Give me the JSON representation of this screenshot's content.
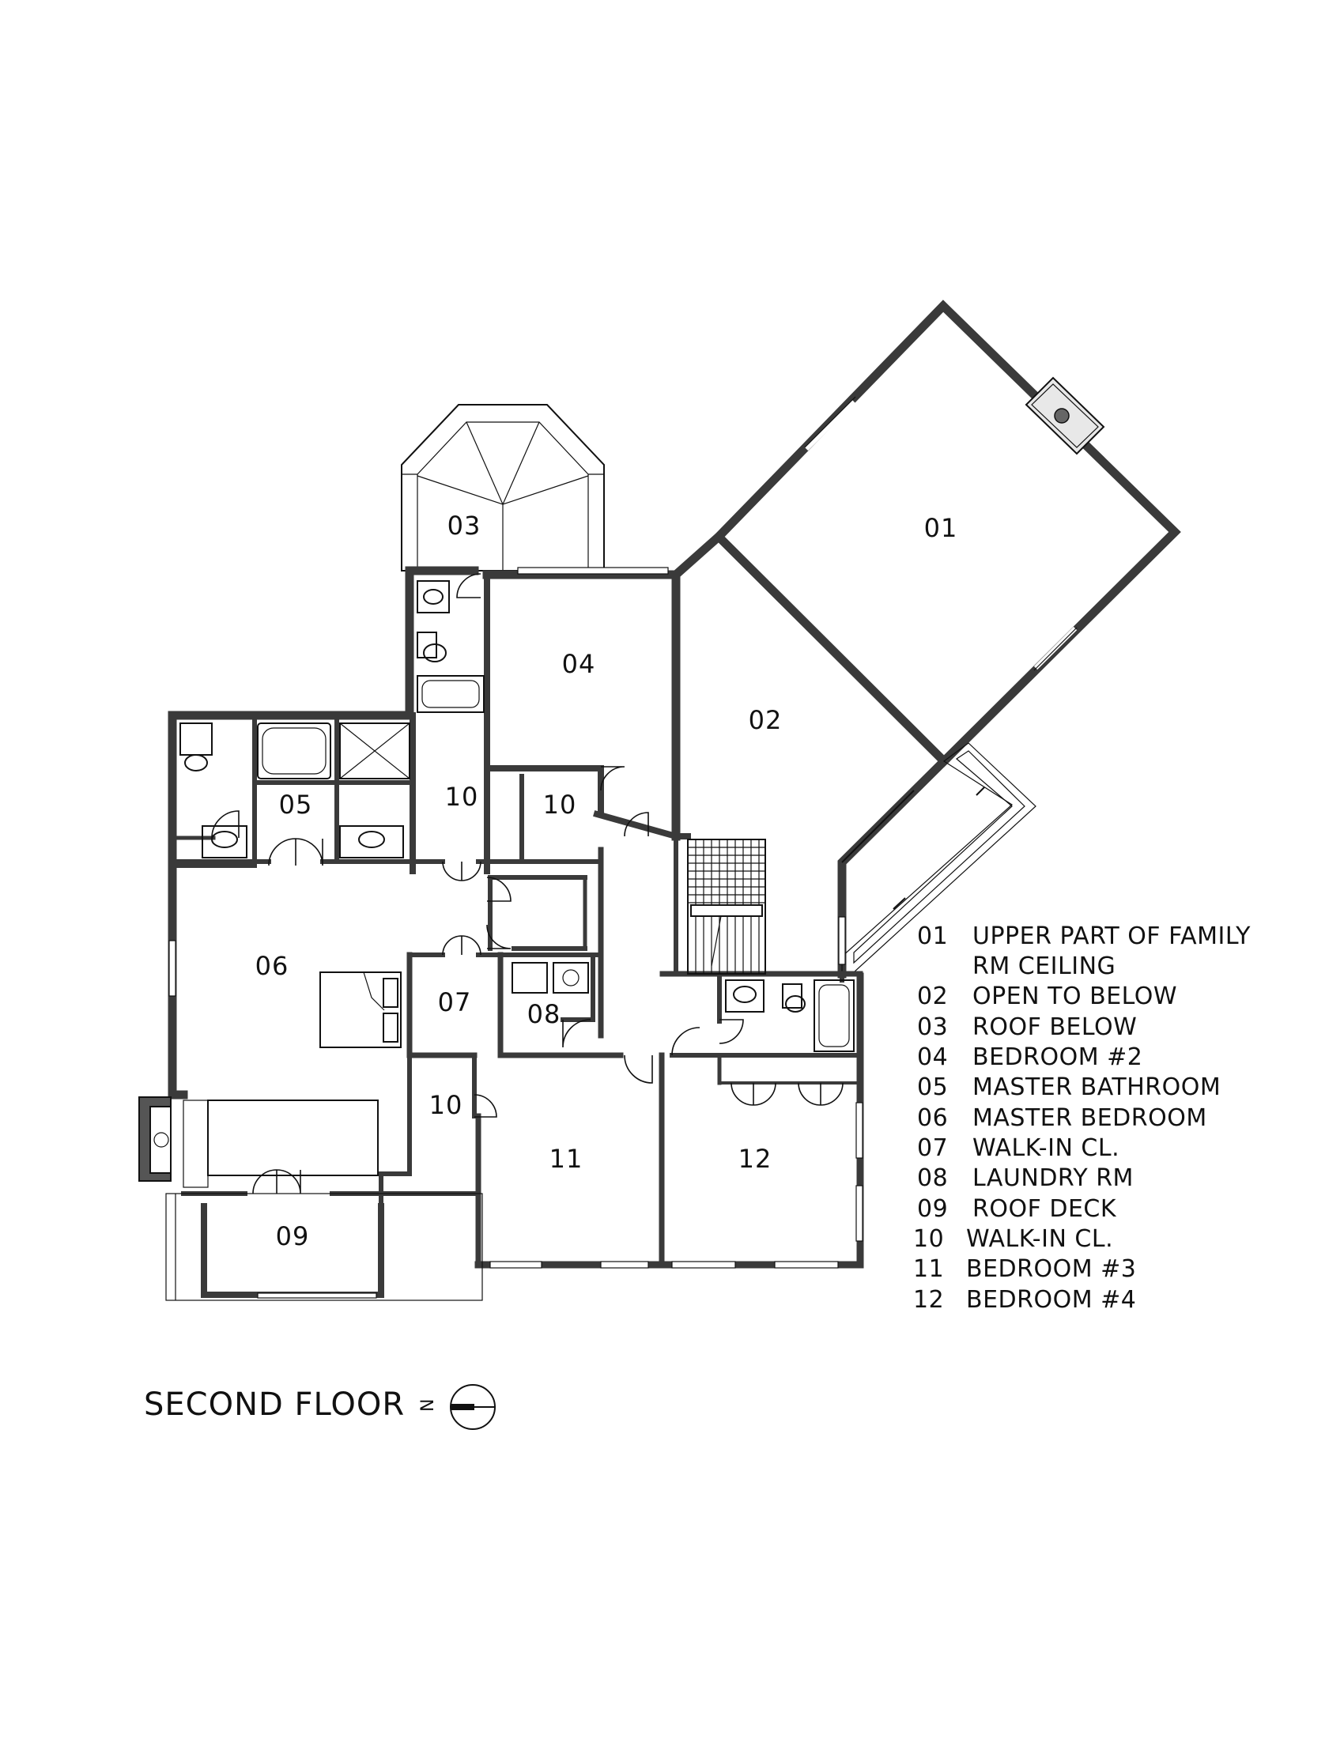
{
  "drawing": {
    "title": "SECOND FLOOR",
    "north_letter": "N"
  },
  "rooms": [
    {
      "id": "01",
      "label": "01"
    },
    {
      "id": "02",
      "label": "02"
    },
    {
      "id": "03",
      "label": "03"
    },
    {
      "id": "04",
      "label": "04"
    },
    {
      "id": "05",
      "label": "05"
    },
    {
      "id": "06",
      "label": "06"
    },
    {
      "id": "07",
      "label": "07"
    },
    {
      "id": "08",
      "label": "08"
    },
    {
      "id": "09",
      "label": "09"
    },
    {
      "id": "10a",
      "label": "10"
    },
    {
      "id": "10b",
      "label": "10"
    },
    {
      "id": "10c",
      "label": "10"
    },
    {
      "id": "11",
      "label": "11"
    },
    {
      "id": "12",
      "label": "12"
    }
  ],
  "legend": [
    {
      "num": "01",
      "lines": [
        "UPPER PART OF FAMILY",
        "RM CEILING"
      ]
    },
    {
      "num": "02",
      "lines": [
        "OPEN TO BELOW"
      ]
    },
    {
      "num": "03",
      "lines": [
        "ROOF BELOW"
      ]
    },
    {
      "num": "04",
      "lines": [
        "BEDROOM #2"
      ]
    },
    {
      "num": "05",
      "lines": [
        "MASTER BATHROOM"
      ]
    },
    {
      "num": "06",
      "lines": [
        "MASTER BEDROOM"
      ]
    },
    {
      "num": "07",
      "lines": [
        "WALK-IN CL."
      ]
    },
    {
      "num": "08",
      "lines": [
        "LAUNDRY RM"
      ]
    },
    {
      "num": "09",
      "lines": [
        "ROOF DECK"
      ]
    },
    {
      "num": "10",
      "lines": [
        "WALK-IN CL."
      ]
    },
    {
      "num": "11",
      "lines": [
        "BEDROOM #3"
      ]
    },
    {
      "num": "12",
      "lines": [
        "BEDROOM #4"
      ]
    }
  ]
}
